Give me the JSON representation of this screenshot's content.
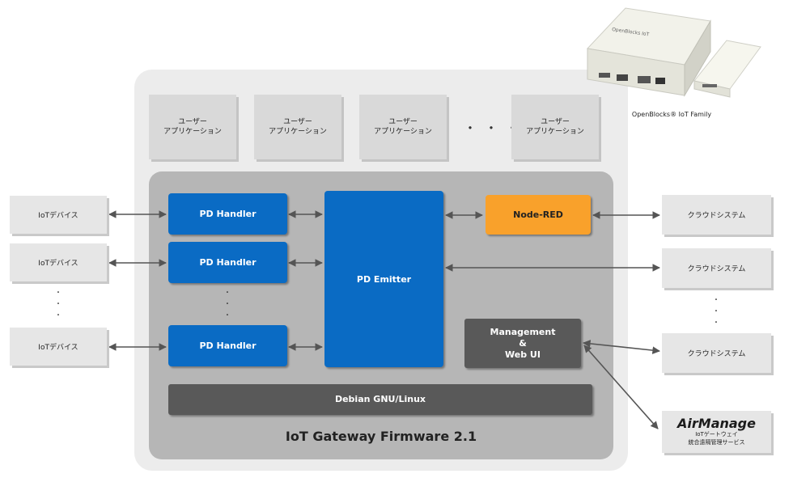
{
  "user_apps": [
    {
      "line1": "ユーザー",
      "line2": "アプリケーション"
    },
    {
      "line1": "ユーザー",
      "line2": "アプリケーション"
    },
    {
      "line1": "ユーザー",
      "line2": "アプリケーション"
    },
    {
      "line1": "ユーザー",
      "line2": "アプリケーション"
    }
  ],
  "apps_ellipsis": "・・・",
  "iot_devices": [
    "IoTデバイス",
    "IoTデバイス",
    "IoTデバイス"
  ],
  "pd_handlers": [
    "PD Handler",
    "PD Handler",
    "PD Handler"
  ],
  "pd_emitter": "PD Emitter",
  "node_red": "Node-RED",
  "management": {
    "line1": "Management",
    "line2": "&",
    "line3": "Web UI"
  },
  "debian": "Debian GNU/Linux",
  "firmware_title": "IoT Gateway Firmware 2.1",
  "clouds": [
    "クラウドシステム",
    "クラウドシステム",
    "クラウドシステム"
  ],
  "product_caption": "OpenBlocks® IoT Family",
  "device_label": "OpenBlocks IoT",
  "airmanage": {
    "logo": "AirManage",
    "line1": "IoTゲートウェイ",
    "line2": "統合遠隔管理サービス"
  },
  "colors": {
    "blue": "#0a6bc4",
    "orange": "#f9a12b",
    "dark": "#595959",
    "panel": "#b6b6b6"
  }
}
